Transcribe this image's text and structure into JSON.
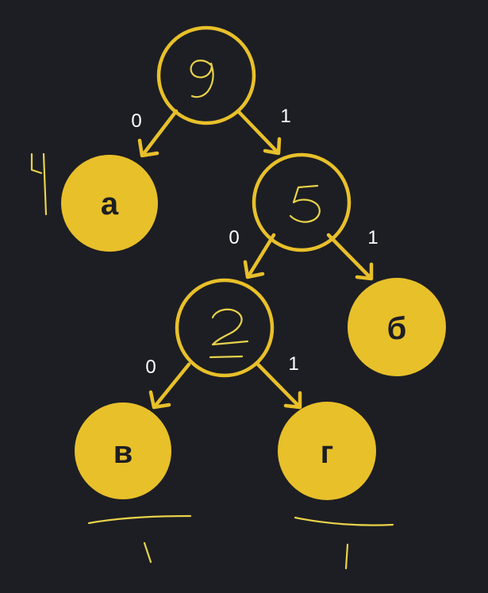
{
  "colors": {
    "background": "#1d1e23",
    "accent": "#e8c02a",
    "edge_label": "#ffffff",
    "leaf_text": "#1d1e23",
    "handwriting": "#e8d24a"
  },
  "tree": {
    "inner_nodes": [
      {
        "id": "root",
        "handwritten_value": "9"
      },
      {
        "id": "n5",
        "handwritten_value": "5"
      },
      {
        "id": "n2",
        "handwritten_value": "2"
      }
    ],
    "leaves": [
      {
        "id": "leaf-a",
        "label": "а",
        "handwritten_weight": "4"
      },
      {
        "id": "leaf-b",
        "label": "б"
      },
      {
        "id": "leaf-v",
        "label": "в",
        "handwritten_weight": "1"
      },
      {
        "id": "leaf-g",
        "label": "г",
        "handwritten_weight": "1"
      }
    ],
    "edges": [
      {
        "from": "root",
        "to": "leaf-a",
        "label": "0"
      },
      {
        "from": "root",
        "to": "n5",
        "label": "1"
      },
      {
        "from": "n5",
        "to": "n2",
        "label": "0"
      },
      {
        "from": "n5",
        "to": "leaf-b",
        "label": "1"
      },
      {
        "from": "n2",
        "to": "leaf-v",
        "label": "0"
      },
      {
        "from": "n2",
        "to": "leaf-g",
        "label": "1"
      }
    ]
  }
}
